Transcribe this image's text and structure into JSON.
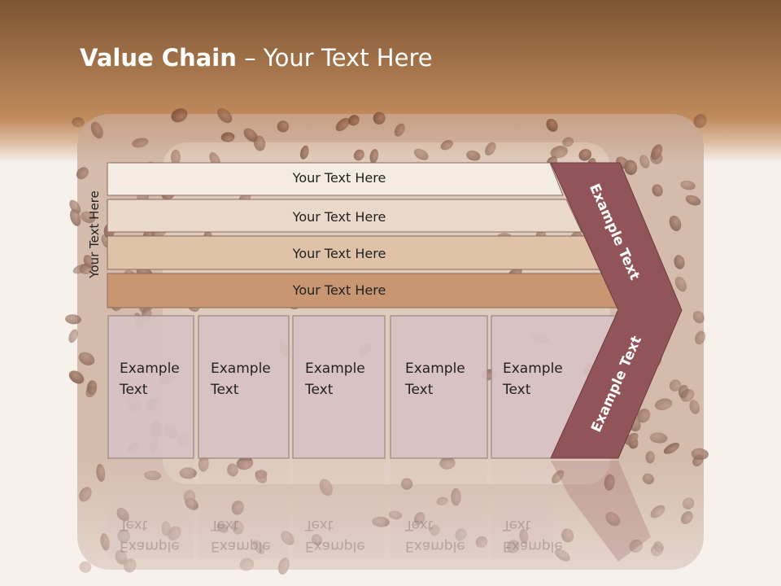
{
  "slide": {
    "title_bold": "Value Chain",
    "title_rest": " – Your Text Here",
    "side_label": "Your Text Here",
    "bars": [
      "Your Text Here",
      "Your Text Here",
      "Your Text Here",
      "Your Text Here"
    ],
    "boxes": [
      {
        "line1": "Example",
        "line2": "Text"
      },
      {
        "line1": "Example",
        "line2": "Text"
      },
      {
        "line1": "Example",
        "line2": "Text"
      },
      {
        "line1": "Example",
        "line2": "Text"
      },
      {
        "line1": "Example",
        "line2": "Text"
      }
    ],
    "chevron_upper": "Example Text",
    "chevron_lower": "Example Text"
  },
  "colors": {
    "header_top": "#7d5533",
    "header_bottom": "#c59063",
    "bar_1": "#f4ebe2",
    "bar_2": "#ead9ca",
    "bar_3": "#dfc2a8",
    "bar_4": "#c99672",
    "box_fill": "#d8c1c3",
    "chevron": "#915459"
  }
}
